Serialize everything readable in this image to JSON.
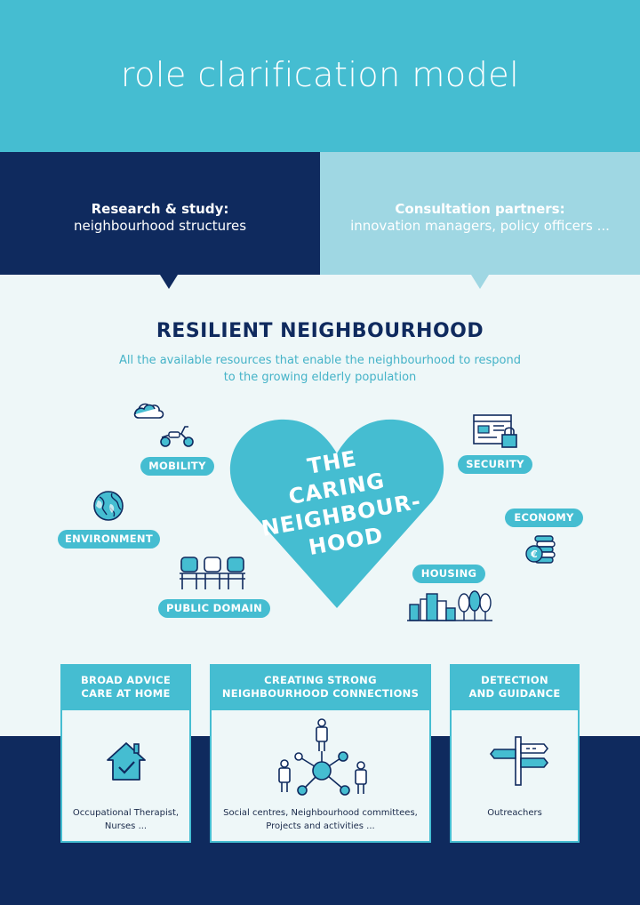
{
  "header": {
    "title": "role clarification model"
  },
  "bands": {
    "left": {
      "title": "Research & study:",
      "subtitle": "neighbourhood structures"
    },
    "right": {
      "title": "Consultation partners:",
      "subtitle": "innovation managers, policy officers ..."
    }
  },
  "resilient": {
    "title": "RESILIENT NEIGHBOURHOOD",
    "subtitle_line1": "All the available resources that enable the neighbourhood to respond",
    "subtitle_line2": "to the growing elderly population"
  },
  "heart": {
    "line1": "THE",
    "line2": "CARING",
    "line3": "NEIGHBOUR-",
    "line4": "HOOD"
  },
  "pills": {
    "mobility": "MOBILITY",
    "environment": "ENVIRONMENT",
    "public_domain": "PUBLIC DOMAIN",
    "security": "SECURITY",
    "economy": "ECONOMY",
    "housing": "HOUSING"
  },
  "cards": [
    {
      "title_line1": "BROAD ADVICE",
      "title_line2": "CARE AT HOME",
      "foot_line1": "Occupational Therapist,",
      "foot_line2": "Nurses ..."
    },
    {
      "title_line1": "CREATING STRONG",
      "title_line2": "NEIGHBOURHOOD CONNECTIONS",
      "foot_line1": "Social centres, Neighbourhood committees,",
      "foot_line2": "Projects and activities ..."
    },
    {
      "title_line1": "DETECTION",
      "title_line2": "AND GUIDANCE",
      "foot_line1": "Outreachers",
      "foot_line2": ""
    }
  ],
  "icons": {
    "cloud": "cloud-icon",
    "scooter": "scooter-icon",
    "globe": "globe-icon",
    "chairs": "chairs-icon",
    "security": "secure-document-icon",
    "coins": "coins-icon",
    "city": "city-icon",
    "house": "house-check-icon",
    "network": "network-icon",
    "signpost": "signpost-icon"
  },
  "colors": {
    "accent": "#45bdd1",
    "navy": "#0f2a5e",
    "light_blue": "#9fd7e3",
    "background": "#eef7f8"
  }
}
